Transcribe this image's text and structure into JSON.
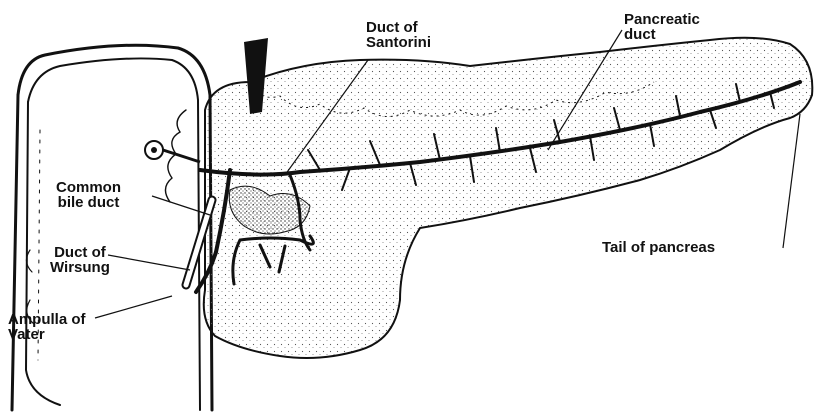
{
  "labels": {
    "duct_santorini": [
      "Duct of",
      "Santorini"
    ],
    "pancreatic_duct": [
      "Pancreatic",
      "duct"
    ],
    "common_bile_duct": [
      "Common",
      "bile duct"
    ],
    "duct_wirsung": [
      "Duct of",
      "Wirsung"
    ],
    "ampulla_vater": [
      "Ampulla of",
      "Vater"
    ],
    "tail_pancreas": "Tail of pancreas"
  },
  "colors": {
    "ink": "#111111",
    "paper": "#ffffff",
    "stipple": "#444444"
  }
}
